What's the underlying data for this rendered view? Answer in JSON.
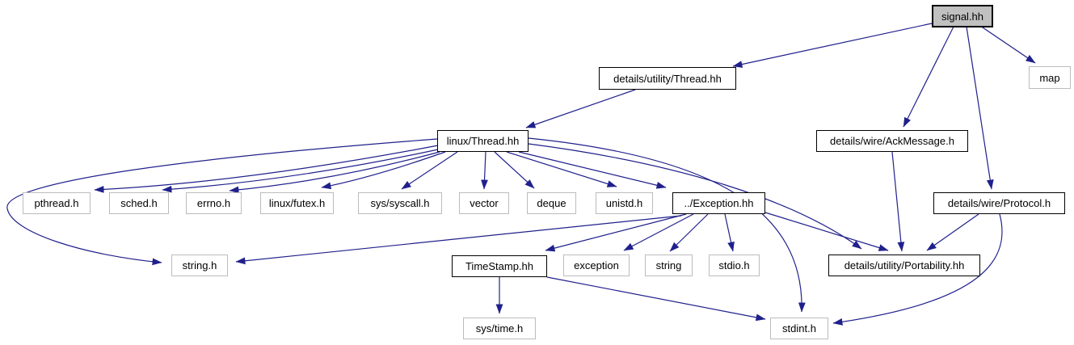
{
  "diagram": {
    "kind": "include-dependency-graph",
    "root": "signal.hh",
    "colors": {
      "edge": "#20208c",
      "root_fill": "#c0c0c0",
      "documented_border": "#000000",
      "external_border": "#bcbcbc",
      "node_fill": "#ffffff",
      "text": "#000000"
    }
  },
  "nodes": [
    {
      "id": "signal-hh",
      "label": "signal.hh",
      "kind": "root"
    },
    {
      "id": "util-thread-hh",
      "label": "details/utility/Thread.hh",
      "kind": "documented"
    },
    {
      "id": "map",
      "label": "map",
      "kind": "external"
    },
    {
      "id": "ackmessage-h",
      "label": "details/wire/AckMessage.h",
      "kind": "documented"
    },
    {
      "id": "linux-thread-hh",
      "label": "linux/Thread.hh",
      "kind": "documented"
    },
    {
      "id": "protocol-h",
      "label": "details/wire/Protocol.h",
      "kind": "documented"
    },
    {
      "id": "pthread-h",
      "label": "pthread.h",
      "kind": "external"
    },
    {
      "id": "sched-h",
      "label": "sched.h",
      "kind": "external"
    },
    {
      "id": "errno-h",
      "label": "errno.h",
      "kind": "external"
    },
    {
      "id": "linux-futex-h",
      "label": "linux/futex.h",
      "kind": "external"
    },
    {
      "id": "sys-syscall-h",
      "label": "sys/syscall.h",
      "kind": "external"
    },
    {
      "id": "vector",
      "label": "vector",
      "kind": "external"
    },
    {
      "id": "deque",
      "label": "deque",
      "kind": "external"
    },
    {
      "id": "unistd-h",
      "label": "unistd.h",
      "kind": "external"
    },
    {
      "id": "exception-hh",
      "label": "../Exception.hh",
      "kind": "documented"
    },
    {
      "id": "string-h",
      "label": "string.h",
      "kind": "external"
    },
    {
      "id": "timestamp-hh",
      "label": "TimeStamp.hh",
      "kind": "documented"
    },
    {
      "id": "exception",
      "label": "exception",
      "kind": "external"
    },
    {
      "id": "string",
      "label": "string",
      "kind": "external"
    },
    {
      "id": "stdio-h",
      "label": "stdio.h",
      "kind": "external"
    },
    {
      "id": "portability-hh",
      "label": "details/utility/Portability.hh",
      "kind": "documented"
    },
    {
      "id": "sys-time-h",
      "label": "sys/time.h",
      "kind": "external"
    },
    {
      "id": "stdint-h",
      "label": "stdint.h",
      "kind": "external"
    }
  ],
  "edges": [
    {
      "from": "signal.hh",
      "to": "details/utility/Thread.hh"
    },
    {
      "from": "signal.hh",
      "to": "details/wire/AckMessage.h"
    },
    {
      "from": "signal.hh",
      "to": "details/wire/Protocol.h"
    },
    {
      "from": "signal.hh",
      "to": "map"
    },
    {
      "from": "details/utility/Thread.hh",
      "to": "linux/Thread.hh"
    },
    {
      "from": "linux/Thread.hh",
      "to": "pthread.h"
    },
    {
      "from": "linux/Thread.hh",
      "to": "sched.h"
    },
    {
      "from": "linux/Thread.hh",
      "to": "errno.h"
    },
    {
      "from": "linux/Thread.hh",
      "to": "linux/futex.h"
    },
    {
      "from": "linux/Thread.hh",
      "to": "sys/syscall.h"
    },
    {
      "from": "linux/Thread.hh",
      "to": "vector"
    },
    {
      "from": "linux/Thread.hh",
      "to": "deque"
    },
    {
      "from": "linux/Thread.hh",
      "to": "unistd.h"
    },
    {
      "from": "linux/Thread.hh",
      "to": "../Exception.hh"
    },
    {
      "from": "linux/Thread.hh",
      "to": "string.h"
    },
    {
      "from": "linux/Thread.hh",
      "to": "details/utility/Portability.hh"
    },
    {
      "from": "linux/Thread.hh",
      "to": "stdint.h"
    },
    {
      "from": "../Exception.hh",
      "to": "TimeStamp.hh"
    },
    {
      "from": "../Exception.hh",
      "to": "exception"
    },
    {
      "from": "../Exception.hh",
      "to": "string"
    },
    {
      "from": "../Exception.hh",
      "to": "stdio.h"
    },
    {
      "from": "../Exception.hh",
      "to": "string.h"
    },
    {
      "from": "../Exception.hh",
      "to": "details/utility/Portability.hh"
    },
    {
      "from": "details/wire/AckMessage.h",
      "to": "details/utility/Portability.hh"
    },
    {
      "from": "details/wire/Protocol.h",
      "to": "details/utility/Portability.hh"
    },
    {
      "from": "details/wire/Protocol.h",
      "to": "stdint.h"
    },
    {
      "from": "TimeStamp.hh",
      "to": "sys/time.h"
    },
    {
      "from": "TimeStamp.hh",
      "to": "stdint.h"
    }
  ]
}
